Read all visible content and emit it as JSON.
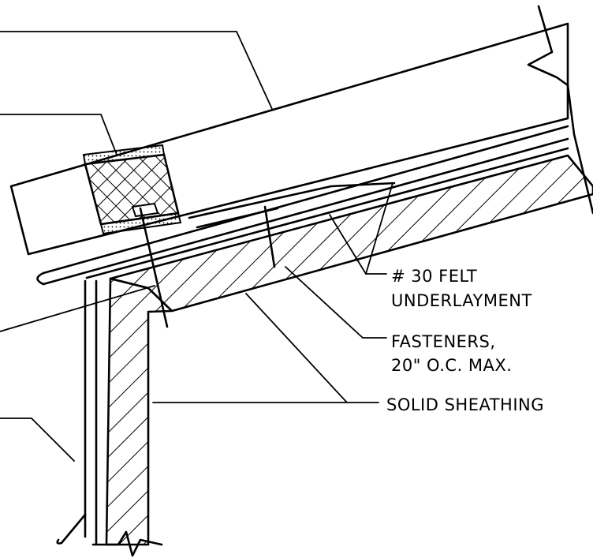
{
  "labels": {
    "felt_line1": "# 30 FELT",
    "felt_line2": "UNDERLAYMENT",
    "fasteners_line1": "FASTENERS,",
    "fasteners_line2": "20\" O.C. MAX.",
    "sheathing": "SOLID SHEATHING"
  },
  "colors": {
    "ink": "#000000",
    "paper": "#ffffff"
  }
}
